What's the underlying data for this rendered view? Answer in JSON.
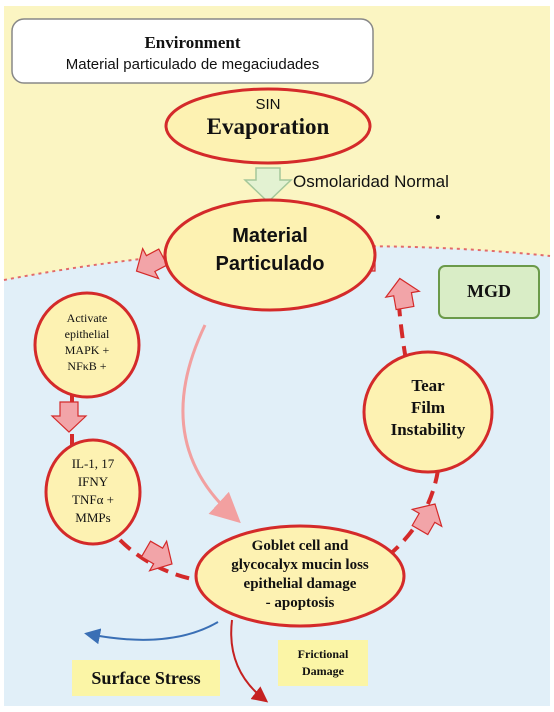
{
  "environment": {
    "title": "Environment",
    "subtitle": "Material particulado de megaciudades"
  },
  "evaporation": {
    "line1": "SIN",
    "line2": "Evaporation"
  },
  "osmolarity_label": "Osmolaridad Normal",
  "center": {
    "line1": "Material",
    "line2": "Particulado"
  },
  "mgd_label": "MGD",
  "activate": {
    "line1": "Activate",
    "line2": "epithelial",
    "line3": "MAPK +",
    "line4": "NFκB +"
  },
  "cytokines": {
    "line1": "IL-1, 17",
    "line2": "IFNY",
    "line3": "TNFα +",
    "line4": "MMPs"
  },
  "goblet": {
    "line1": "Goblet cell and",
    "line2": "glycocalyx mucin loss",
    "line3": "epithelial damage",
    "line4": "- apoptosis"
  },
  "tear": {
    "line1": "Tear",
    "line2": "Film",
    "line3": "Instability"
  },
  "surface_stress_label": "Surface Stress",
  "frictional": {
    "line1": "Frictional",
    "line2": "Damage"
  },
  "colors": {
    "background_yellow": "#fbf5c2",
    "inner_blue": "#e1eff8",
    "node_fill": "#fdf2b2",
    "node_border": "#d42a2a",
    "arrow_pink": "#f2a4a8",
    "arrow_salmon": "#f2a0a0",
    "mgd_fill": "#d9edc6",
    "callout_fill": "#fbf5a6",
    "stress_blue": "#3a6fb5",
    "stress_red": "#c52121"
  }
}
